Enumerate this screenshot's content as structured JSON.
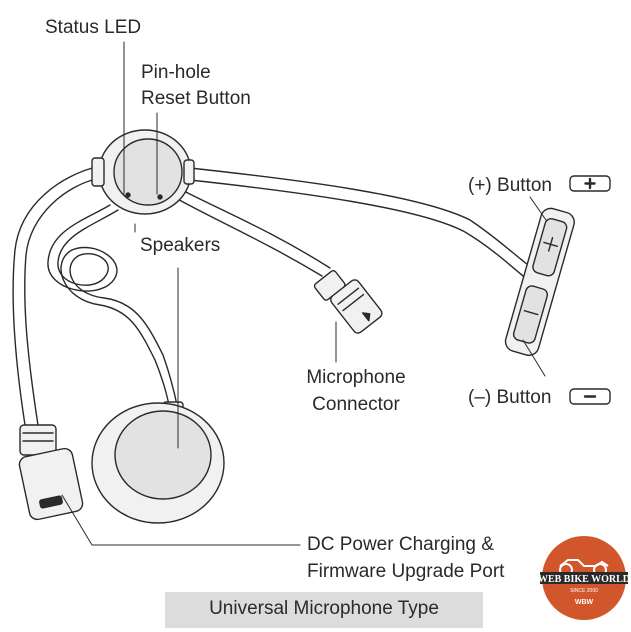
{
  "labels": {
    "status_led": "Status LED",
    "pinhole_line1": "Pin-hole",
    "pinhole_line2": "Reset Button",
    "speakers": "Speakers",
    "plus_button": "(+) Button",
    "minus_button": "(–) Button",
    "mic_line1": "Microphone",
    "mic_line2": "Connector",
    "dc_line1": "DC Power Charging &",
    "dc_line2": "Firmware Upgrade Port"
  },
  "caption": "Universal Microphone Type",
  "watermark": {
    "name": "WEB BIKE WORLD",
    "since": "SINCE 2000",
    "initials": "WBW",
    "color": "#d2562b"
  },
  "colors": {
    "line": "#2a2a2a",
    "device_fill": "#f1f1f1",
    "inner_fill": "#e2e2e2",
    "caption_bg": "#dcdcdc"
  }
}
